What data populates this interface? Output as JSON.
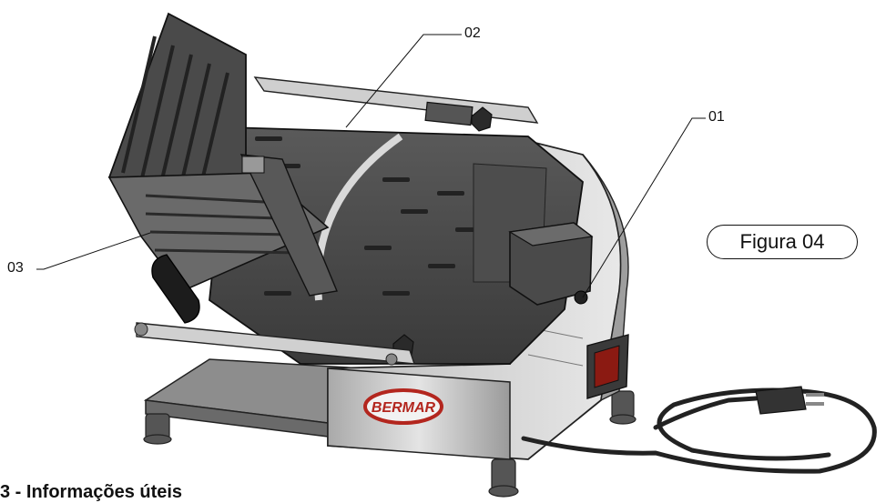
{
  "figure": {
    "label": "Figura 04",
    "brand_logo": "BERMAR"
  },
  "callouts": [
    {
      "id": "01",
      "label": "01"
    },
    {
      "id": "02",
      "label": "02"
    },
    {
      "id": "03",
      "label": "03"
    }
  ],
  "section": {
    "heading": "3 - Informações úteis"
  },
  "colors": {
    "metal_dark": "#3f3f3f",
    "metal_mid": "#6b6b6b",
    "metal_light": "#cfcfcf",
    "logo_red": "#b3261e"
  }
}
